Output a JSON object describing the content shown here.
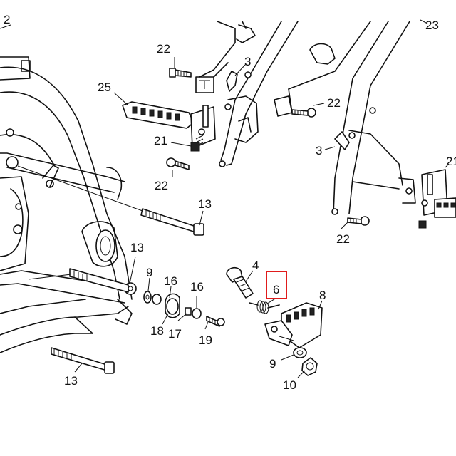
{
  "highlight_color": "#e01b1b",
  "highlighted_label": "6",
  "labels": [
    {
      "id": "l2",
      "text": "2"
    },
    {
      "id": "l23",
      "text": "23"
    },
    {
      "id": "l22a",
      "text": "22"
    },
    {
      "id": "l3a",
      "text": "3"
    },
    {
      "id": "l25",
      "text": "25"
    },
    {
      "id": "l22b",
      "text": "22"
    },
    {
      "id": "l21a",
      "text": "21"
    },
    {
      "id": "l22c",
      "text": "22"
    },
    {
      "id": "l3b",
      "text": "3"
    },
    {
      "id": "l21b",
      "text": "21"
    },
    {
      "id": "l22d",
      "text": "22"
    },
    {
      "id": "l13a",
      "text": "13"
    },
    {
      "id": "l13b",
      "text": "13"
    },
    {
      "id": "l9a",
      "text": "9"
    },
    {
      "id": "l16a",
      "text": "16"
    },
    {
      "id": "l16b",
      "text": "16"
    },
    {
      "id": "l18",
      "text": "18"
    },
    {
      "id": "l17",
      "text": "17"
    },
    {
      "id": "l19",
      "text": "19"
    },
    {
      "id": "l4",
      "text": "4"
    },
    {
      "id": "l6",
      "text": "6"
    },
    {
      "id": "l8",
      "text": "8"
    },
    {
      "id": "l9b",
      "text": "9"
    },
    {
      "id": "l10",
      "text": "10"
    },
    {
      "id": "l13c",
      "text": "13"
    }
  ]
}
